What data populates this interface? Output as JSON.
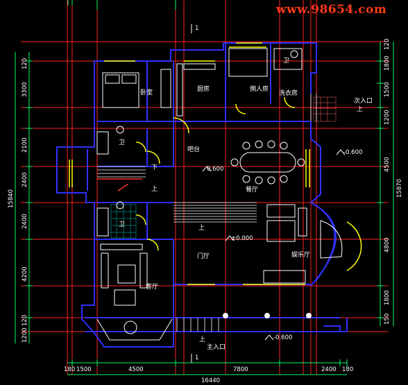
{
  "watermark": "www.98654.com",
  "rooms": {
    "bedroom": "卧室",
    "kitchen": "厨房",
    "maid_room": "佣人房",
    "laundry": "洗衣房",
    "bath_upper": "卫",
    "bath_top": "卫",
    "bath_mid": "卫",
    "dining": "餐厅",
    "bar": "吧台",
    "hall": "门厅",
    "living": "客厅",
    "entertainment": "娱乐厅",
    "secondary_entrance": "次入口",
    "main_entrance": "主入口"
  },
  "stairs": {
    "down": "下",
    "up": "上",
    "up2": "上",
    "up3": "上",
    "up4": "上"
  },
  "levels": {
    "level1": "0.600",
    "level2": "±0.000",
    "level3": "-0.600",
    "level4": "-0.600"
  },
  "section_marks": {
    "top": "1",
    "bottom": "1"
  },
  "dims_left": [
    "120",
    "3300",
    "2100",
    "2400",
    "2400",
    "4200",
    "120",
    "1200"
  ],
  "dim_left_total": "15840",
  "dims_right": [
    "120",
    "1800",
    "1500",
    "1200",
    "4500",
    "4800",
    "1800",
    "150"
  ],
  "dim_right_total": "15870",
  "dims_bottom": [
    "180",
    "1500",
    "4500",
    "7800",
    "2400",
    "180"
  ],
  "dim_bottom_total": "16440",
  "colors": {
    "wall": "#3030ff",
    "axis": "#ff2020",
    "dim": "#00ff66",
    "door": "#ffff00",
    "furniture": "#ffffff",
    "bg": "#000000"
  }
}
